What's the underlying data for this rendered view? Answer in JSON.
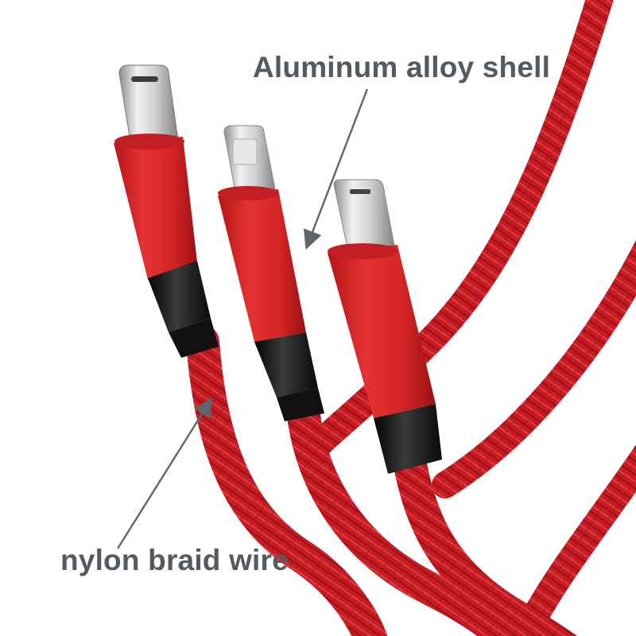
{
  "annotations": {
    "shell_label": "Aluminum alloy shell",
    "braid_label": "nylon braid wire"
  },
  "colors": {
    "cable_red": "#d21e26",
    "shell_red": "#e02a2a",
    "boot_black": "#151515",
    "metal_silver": "#c9c9c9",
    "label_gray": "#555a60",
    "arrow_gray": "#60656b"
  },
  "connectors": [
    {
      "name": "usb-c",
      "icon": "usb-c-plug-icon"
    },
    {
      "name": "lightning",
      "icon": "lightning-plug-icon"
    },
    {
      "name": "micro-usb",
      "icon": "micro-usb-plug-icon"
    }
  ]
}
